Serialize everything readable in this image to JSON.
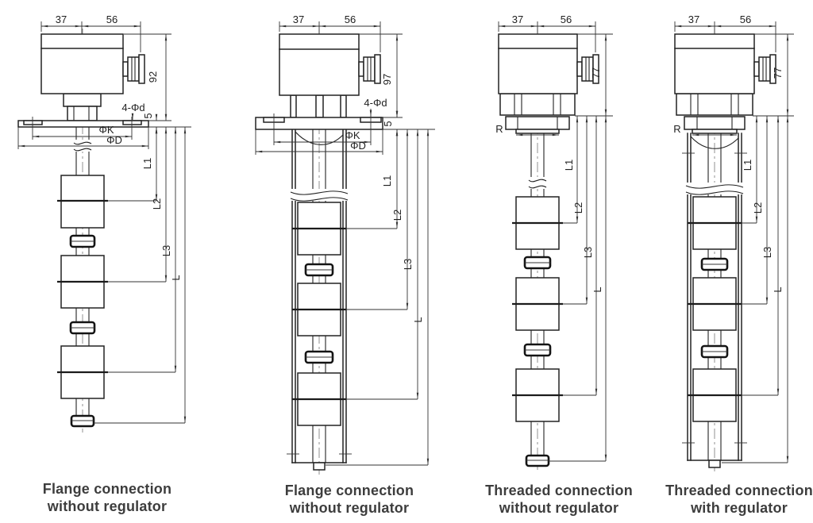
{
  "page": {
    "background": "#ffffff",
    "line_color": "#222222",
    "text_color": "#1f1f1f",
    "caption_color": "#3d3d3d"
  },
  "drawings": [
    {
      "caption": {
        "line1": "Flange connection",
        "line2": "without regulator"
      },
      "dims": {
        "top_left": "37",
        "top_right": "56",
        "head_height": "92",
        "bolt_holes": "4-Φd",
        "flange_thickness": "5",
        "bolt_circle": "ΦK",
        "flange_dia": "ΦD",
        "l1": "L1",
        "l2": "L2",
        "l3": "L3",
        "l_total": "L"
      }
    },
    {
      "caption": {
        "line1": "Flange connection",
        "line2": "without regulator"
      },
      "dims": {
        "top_left": "37",
        "top_right": "56",
        "head_height": "97",
        "bolt_holes": "4-Φd",
        "flange_thickness": "5",
        "bolt_circle": "ΦK",
        "flange_dia": "ΦD",
        "l1": "L1",
        "l2": "L2",
        "l3": "L3",
        "l_total": "L"
      }
    },
    {
      "caption": {
        "line1": "Threaded connection",
        "line2": "without regulator"
      },
      "dims": {
        "top_left": "37",
        "top_right": "56",
        "head_height": "77",
        "thread": "R",
        "l1": "L1",
        "l2": "L2",
        "l3": "L3",
        "l_total": "L"
      }
    },
    {
      "caption": {
        "line1": "Threaded connection",
        "line2": "with regulator"
      },
      "dims": {
        "top_left": "37",
        "top_right": "56",
        "head_height": "77",
        "thread": "R",
        "l1": "L1",
        "l2": "L2",
        "l3": "L3",
        "l_total": "L"
      }
    }
  ]
}
